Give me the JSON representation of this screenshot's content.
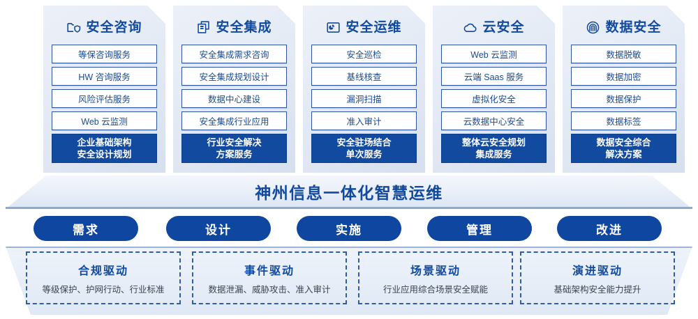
{
  "columns": [
    {
      "icon": "folder-shield-icon",
      "title": "安全咨询",
      "items": [
        "等保咨询服务",
        "HW 咨询服务",
        "风险评估服务",
        "Web 云监测"
      ],
      "footer": [
        "企业基础架构",
        "安全设计规划"
      ]
    },
    {
      "icon": "documents-stack-icon",
      "title": "安全集成",
      "items": [
        "安全集成需求咨询",
        "安全集成规划设计",
        "数据中心建设",
        "安全集成行业应用"
      ],
      "footer": [
        "行业安全解决",
        "方案服务"
      ]
    },
    {
      "icon": "folder-chart-icon",
      "title": "安全运维",
      "items": [
        "安全巡检",
        "基线核查",
        "漏洞扫描",
        "准入审计"
      ],
      "footer": [
        "安全驻场结合",
        "单次服务"
      ]
    },
    {
      "icon": "cloud-icon",
      "title": "云安全",
      "items": [
        "Web 云监测",
        "云端 Saas 服务",
        "虚拟化安全",
        "云数据中心安全"
      ],
      "footer": [
        "整体云安全规划",
        "集成服务"
      ]
    },
    {
      "icon": "fingerprint-icon",
      "title": "数据安全",
      "items": [
        "数据脱敏",
        "数据加密",
        "数据保护",
        "数据标签"
      ],
      "footer": [
        "数据安全综合",
        "解决方案"
      ]
    }
  ],
  "banner": {
    "title": "神州信息一体化智慧运维"
  },
  "phases": [
    "需求",
    "设计",
    "实施",
    "管理",
    "改进"
  ],
  "drivers": [
    {
      "title": "合规驱动",
      "subtitle": "等级保护、护网行动、行业标准"
    },
    {
      "title": "事件驱动",
      "subtitle": "数据泄漏、威胁攻击、准入审计"
    },
    {
      "title": "场景驱动",
      "subtitle": "行业应用综合场景安全赋能"
    },
    {
      "title": "演进驱动",
      "subtitle": "基础架构安全能力提升"
    }
  ],
  "colors": {
    "brand_blue": "#114a9e",
    "pill_blue": "#0f47a0",
    "panel_bg": "#e6ecf6",
    "item_border": "#2d55a0",
    "dashed_border": "#2f5da8"
  }
}
